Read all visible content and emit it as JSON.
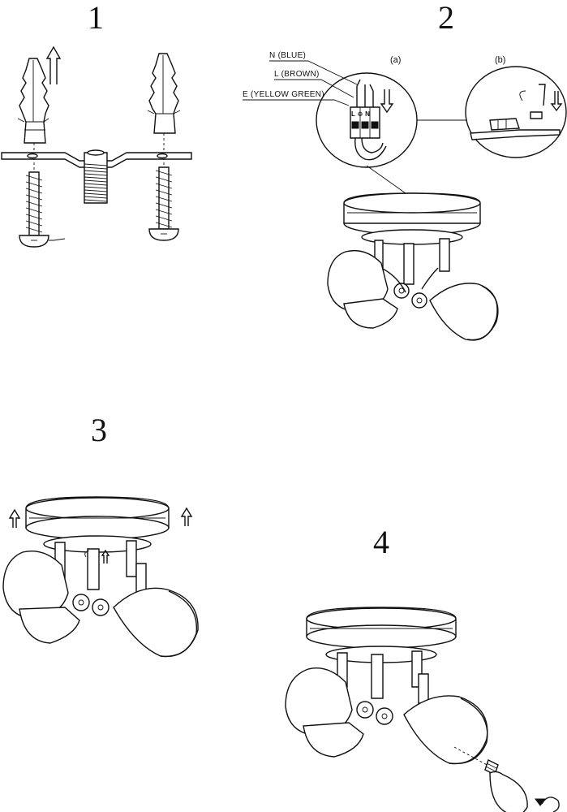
{
  "steps": {
    "s1": "1",
    "s2": "2",
    "s3": "3",
    "s4": "4"
  },
  "wiring": {
    "n_label": "N (BLUE)",
    "l_label": "L (BROWN)",
    "e_label": "E (YELLOW GREEN)",
    "terminal_marks": "L ⊕ N",
    "detail_a": "(a)",
    "detail_b": "(b)"
  }
}
